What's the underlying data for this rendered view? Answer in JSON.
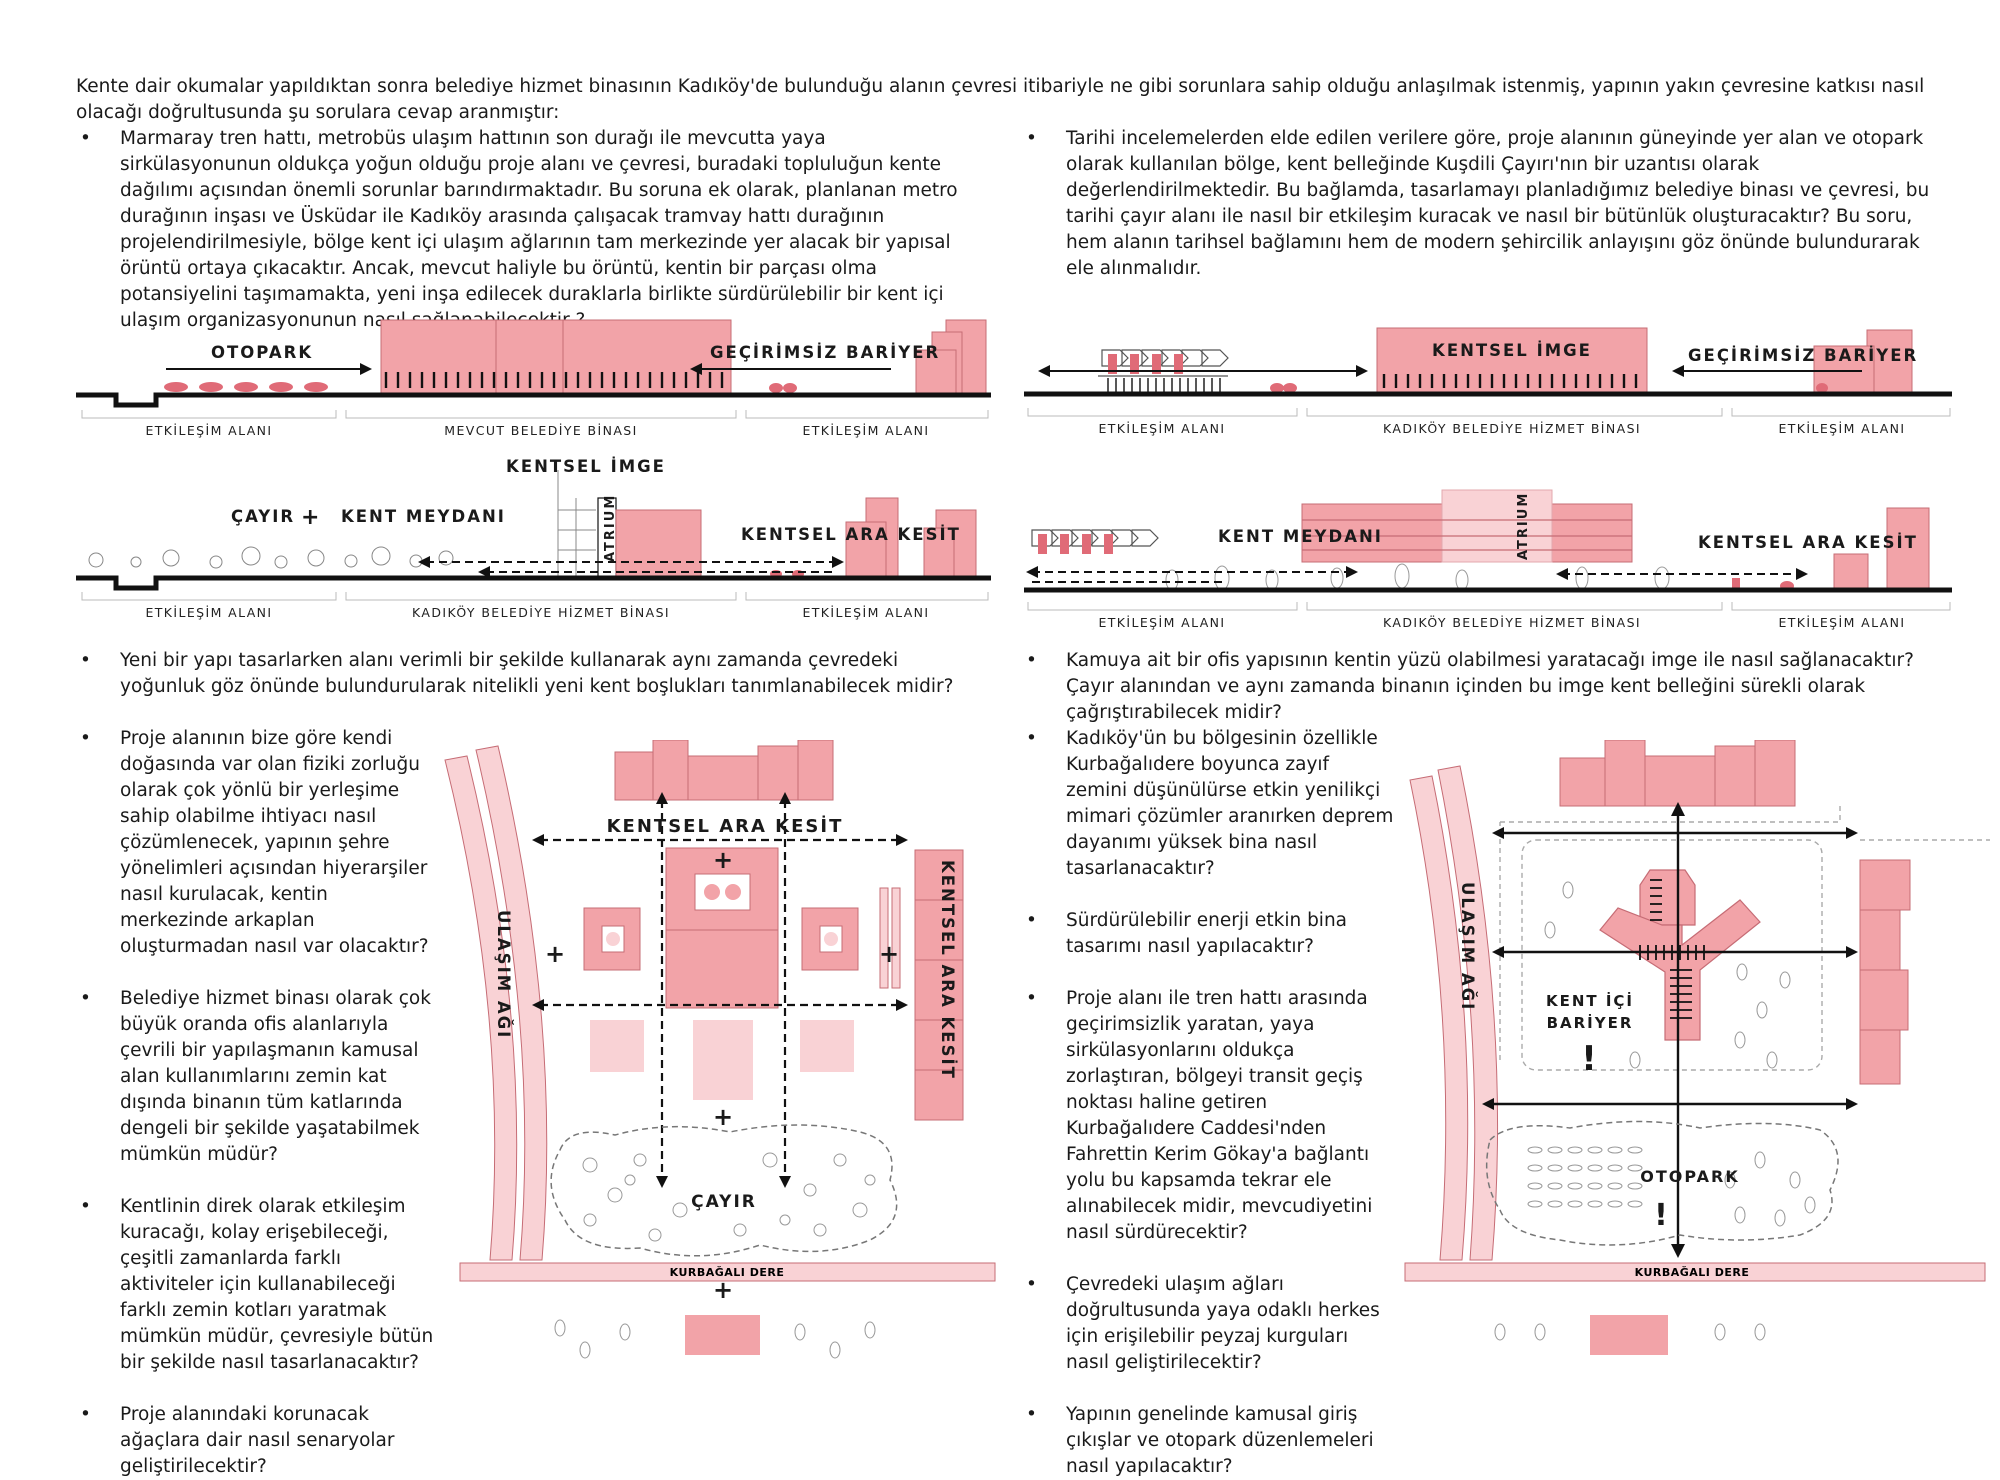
{
  "colors": {
    "pink": "#f2a3a8",
    "lightpink": "#f9d2d5",
    "stroke": "#c66c75",
    "black": "#111111"
  },
  "intro": "Kente dair okumalar yapıldıktan sonra belediye hizmet binasının Kadıköy'de bulunduğu alanın çevresi itibariyle ne gibi sorunlara sahip olduğu anlaşılmak istenmiş, yapının yakın çevresine katkısı nasıl olacağı doğrultusunda şu sorulara cevap aranmıştır:",
  "bullet_glyph": "•",
  "q1": "Marmaray tren hattı, metrobüs ulaşım hattının son durağı ile mevcutta yaya sirkülasyonunun oldukça yoğun olduğu proje alanı ve çevresi, buradaki topluluğun kente dağılımı açısından önemli sorunlar barındırmaktadır. Bu soruna ek olarak, planlanan metro durağının inşası ve Üsküdar ile Kadıköy arasında çalışacak tramvay hattı durağının projelendirilmesiyle, bölge kent içi ulaşım ağlarının tam merkezinde yer alacak bir yapısal örüntü ortaya çıkacaktır. Ancak, mevcut haliyle bu örüntü, kentin bir parçası olma potansiyelini taşımamakta, yeni inşa edilecek duraklarla birlikte sürdürülebilir bir kent içi ulaşım organizasyonunun nasıl sağlanabilecektir ?",
  "q2": "Tarihi incelemelerden elde edilen verilere göre, proje alanının güneyinde yer alan ve otopark olarak kullanılan bölge, kent belleğinde Kuşdili Çayırı'nın bir uzantısı olarak değerlendirilmektedir. Bu bağlamda, tasarlamayı planladığımız belediye binası ve çevresi, bu tarihi çayır alanı ile nasıl bir etkileşim kuracak ve nasıl bir bütünlük oluşturacaktır? Bu soru, hem alanın tarihsel bağlamını hem de modern şehircilik anlayışını göz önünde bulundurarak ele alınmalıdır.",
  "q3": "Yeni bir yapı tasarlarken alanı verimli bir şekilde kullanarak aynı zamanda çevredeki yoğunluk göz önünde bulundurularak nitelikli yeni kent boşlukları tanımlanabilecek midir?",
  "q4": "Kamuya ait bir ofis yapısının kentin yüzü olabilmesi yaratacağı imge ile nasıl sağlanacaktır? Çayır alanından ve aynı zamanda binanın içinden bu imge kent belleğini sürekli olarak çağrıştırabilecek midir?",
  "left_questions": [
    "Proje alanının bize göre kendi doğasında var olan fiziki zorluğu olarak çok yönlü bir yerleşime sahip olabilme ihtiyacı nasıl çözümlenecek, yapının şehre yönelimleri açısından hiyerarşiler nasıl kurulacak, kentin merkezinde arkaplan oluşturmadan nasıl var olacaktır?",
    "Belediye hizmet binası olarak çok büyük oranda ofis alanlarıyla çevrili bir yapılaşmanın kamusal alan kullanımlarını zemin kat dışında binanın tüm katlarında dengeli bir şekilde yaşatabilmek mümkün müdür?",
    "Kentlinin direk olarak etkileşim kuracağı, kolay erişebileceği, çeşitli zamanlarda farklı aktiviteler için kullanabileceği farklı zemin kotları yaratmak mümkün müdür, çevresiyle bütün bir şekilde nasıl tasarlanacaktır?",
    "Proje alanındaki korunacak ağaçlara dair nasıl senaryolar geliştirilecektir?"
  ],
  "right_questions": [
    "Kadıköy'ün bu bölgesinin özellikle Kurbağalıdere boyunca zayıf zemini düşünülürse etkin yenilikçi mimari çözümler aranırken deprem dayanımı yüksek bina nasıl tasarlanacaktır?",
    "Sürdürülebilir enerji etkin bina tasarımı nasıl yapılacaktır?",
    "Proje alanı ile tren hattı arasında geçirimsizlik yaratan, yaya sirkülasyonlarını oldukça zorlaştıran, bölgeyi transit geçiş noktası haline getiren Kurbağalıdere Caddesi'nden Fahrettin Kerim Gökay'a bağlantı yolu bu kapsamda tekrar ele alınabilecek midir, mevcudiyetini nasıl sürdürecektir?",
    "Çevredeki ulaşım ağları doğrultusunda yaya odaklı herkes için erişilebilir peyzaj kurguları nasıl geliştirilecektir?",
    "Yapının genelinde kamusal giriş çıkışlar ve otopark düzenlemeleri nasıl yapılacaktır?"
  ],
  "sections": {
    "s1": {
      "otopark": "OTOPARK",
      "bariyer": "GEÇİRİMSİZ BARİYER",
      "z1": "ETKİLEŞİM ALANI",
      "z2": "MEVCUT BELEDİYE BİNASI",
      "z3": "ETKİLEŞİM ALANI"
    },
    "s2": {
      "kentsel_imge": "KENTSEL İMGE",
      "bariyer": "GEÇİRİMSİZ BARİYER",
      "z1": "ETKİLEŞİM ALANI",
      "z2": "KADIKÖY BELEDİYE HİZMET BİNASI",
      "z3": "ETKİLEŞİM ALANI"
    },
    "s3": {
      "cayir": "ÇAYIR",
      "plus": "+",
      "meydan": "KENT MEYDANI",
      "imge": "KENTSEL İMGE",
      "atrium": "ATRIUM",
      "kesit": "KENTSEL ARA KESİT",
      "z1": "ETKİLEŞİM ALANI",
      "z2": "KADIKÖY BELEDİYE HİZMET BİNASI",
      "z3": "ETKİLEŞİM ALANI"
    },
    "s4": {
      "meydan": "KENT MEYDANI",
      "atrium": "ATRIUM",
      "kesit": "KENTSEL ARA KESİT",
      "z1": "ETKİLEŞİM ALANI",
      "z2": "KADIKÖY BELEDİYE HİZMET BİNASI",
      "z3": "ETKİLEŞİM ALANI"
    }
  },
  "plan_left": {
    "ulasim": "ULAŞIM AĞI",
    "kesit_top": "KENTSEL ARA KESİT",
    "kesit_side": "KENTSEL ARA KESİT",
    "cayir": "ÇAYIR",
    "dere": "KURBAĞALI DERE",
    "plus": "+"
  },
  "plan_right": {
    "ulasim": "ULAŞIM AĞI",
    "bariyer_1": "KENT İÇİ",
    "bariyer_2": "BARİYER",
    "excl": "!",
    "otopark": "OTOPARK",
    "dere": "KURBAĞALI DERE"
  }
}
